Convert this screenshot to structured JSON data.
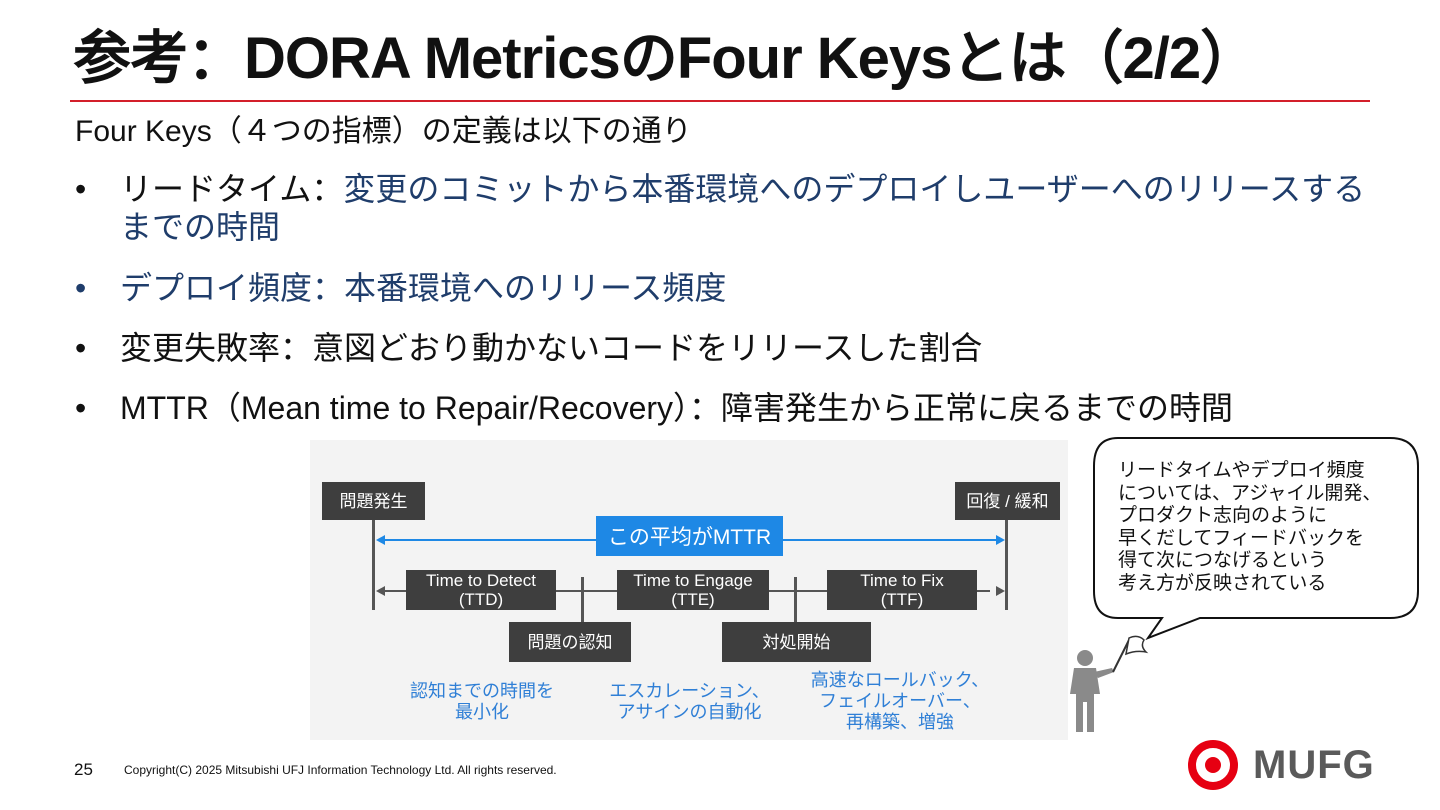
{
  "slide": {
    "title": "参考：DORA MetricsのFour Keysとは（2/2）",
    "subtitle": "Four Keys（４つの指標）の定義は以下の通り",
    "bullet_symbol": "•",
    "bullets": [
      {
        "term": "リードタイム：",
        "desc": "変更のコミットから本番環境へのデプロイしユーザーへのリリースするまでの時間"
      },
      {
        "term": "デプロイ頻度：",
        "desc": "本番環境へのリリース頻度"
      },
      {
        "term": "変更失敗率：",
        "desc": "意図どおり動かないコードをリリースした割合"
      },
      {
        "term": "MTTR（Mean time to Repair/Recovery）：",
        "desc": "障害発生から正常に戻るまでの時間"
      }
    ],
    "page_number": "25",
    "copyright": "Copyright(C) 2025 Mitsubishi UFJ Information Technology Ltd.  All rights reserved.",
    "logo_text": "MUFG",
    "colors": {
      "accent_red": "#d31f2a",
      "dark_blue": "#1f3d6b",
      "diagram_blue": "#1e88e5",
      "label_blue": "#2f7fd6",
      "box_gray": "#3e3e3e"
    }
  },
  "diagram": {
    "start_label": "問題発生",
    "end_label": "回復 / 緩和",
    "mttr_label": "この平均がMTTR",
    "phases": [
      {
        "line1": "Time to Detect",
        "line2": "(TTD)"
      },
      {
        "line1": "Time to Engage",
        "line2": "(TTE)"
      },
      {
        "line1": "Time to Fix",
        "line2": "(TTF)"
      }
    ],
    "milestones": [
      "問題の認知",
      "対処開始"
    ],
    "notes": [
      {
        "line1": "認知までの時間を",
        "line2": "最小化"
      },
      {
        "line1": "エスカレーション、",
        "line2": "アサインの自動化"
      },
      {
        "line1": "高速なロールバック、",
        "line2": "フェイルオーバー、",
        "line3": "再構築、増強"
      }
    ]
  },
  "callout": {
    "lines": [
      "リードタイムやデプロイ頻度",
      "については、アジャイル開発、",
      "プロダクト志向のように",
      "早くだしてフィードバックを",
      "得て次につなげるという",
      "考え方が反映されている"
    ]
  },
  "icons": {
    "person": "person-with-flag-icon",
    "logo": "mufg-logo-icon"
  }
}
